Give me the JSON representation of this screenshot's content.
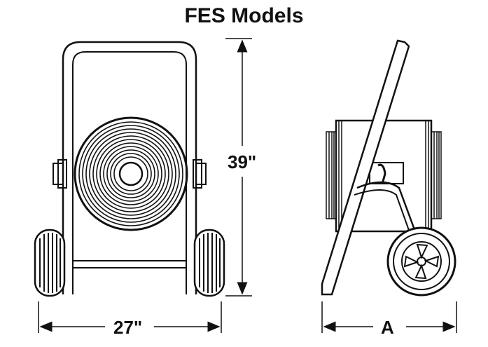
{
  "title": "FES Models",
  "dimensions": {
    "height": "39\"",
    "width": "27\"",
    "side_depth": "A"
  },
  "colors": {
    "line": "#111111",
    "background": "#ffffff",
    "wheel_fill": "#ffffff"
  }
}
